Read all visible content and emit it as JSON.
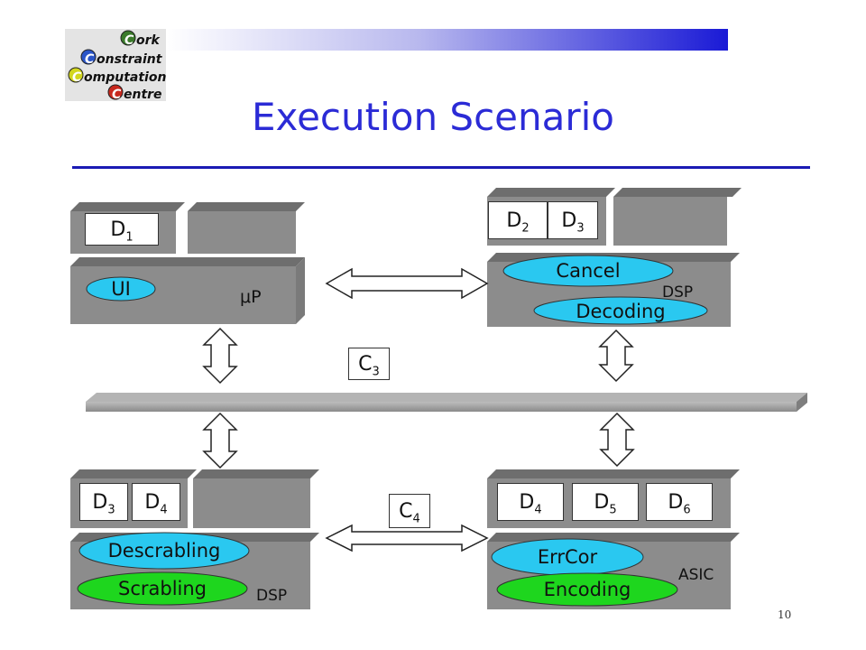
{
  "logo": {
    "words": [
      "ork",
      "onstraint",
      "omputation",
      "entre"
    ],
    "initials": [
      "C",
      "C",
      "C",
      "C"
    ]
  },
  "title": "Execution Scenario",
  "page_number": "10",
  "processors": {
    "up": {
      "label": "μP",
      "task": "UI",
      "d": [
        "D",
        "1"
      ]
    },
    "dsp_top": {
      "label": "DSP",
      "tasks": [
        "Cancel",
        "Decoding"
      ],
      "d": [
        [
          "D",
          "2"
        ],
        [
          "D",
          "3"
        ]
      ]
    },
    "dsp_bottom": {
      "label": "DSP",
      "tasks": [
        "Descrabling",
        "Scrabling"
      ],
      "d": [
        [
          "D",
          "3"
        ],
        [
          "D",
          "4"
        ]
      ]
    },
    "asic": {
      "label": "ASIC",
      "tasks": [
        "ErrCor",
        "Encoding"
      ],
      "d": [
        [
          "D",
          "4"
        ],
        [
          "D",
          "5"
        ],
        [
          "D",
          "6"
        ]
      ]
    }
  },
  "channels": {
    "c3": [
      "C",
      "3"
    ],
    "c4": [
      "C",
      "4"
    ]
  },
  "colors": {
    "title": "#2b2bd6",
    "block": "#8c8c8c",
    "block_top": "#6e6e6e",
    "ellipse_blue": "#2ac8f0",
    "ellipse_green": "#1ed61e",
    "bus": "#9c9c9c"
  }
}
